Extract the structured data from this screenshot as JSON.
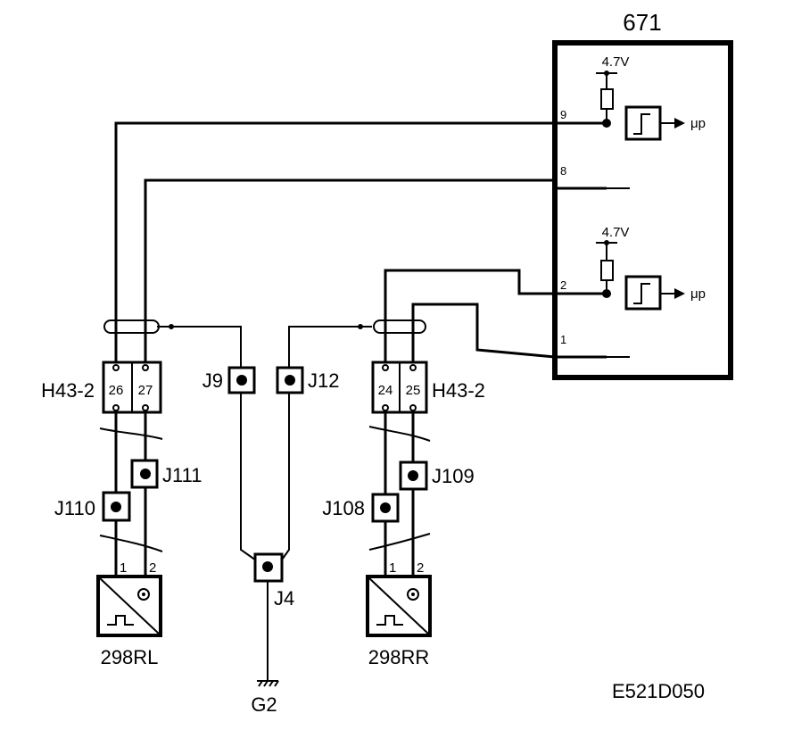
{
  "ecu": {
    "label": "671",
    "pins": {
      "p9": "9",
      "p8": "8",
      "p2": "2",
      "p1": "1"
    },
    "pullup_top": "4.7V",
    "pullup_bottom": "4.7V",
    "output_top": "μp",
    "output_bottom": "μp"
  },
  "connectors": {
    "h43_left": "H43-2",
    "h43_right": "H43-2",
    "pin26": "26",
    "pin27": "27",
    "pin24": "24",
    "pin25": "25"
  },
  "junctions": {
    "j9": "J9",
    "j12": "J12",
    "j111": "J111",
    "j110": "J110",
    "j109": "J109",
    "j108": "J108",
    "j4": "J4"
  },
  "sensors": {
    "left": "298RL",
    "right": "298RR",
    "left_pin1": "1",
    "left_pin2": "2",
    "right_pin1": "1",
    "right_pin2": "2"
  },
  "ground": "G2",
  "figure_id": "E521D050",
  "icons": [
    "ground-icon",
    "sensor-icon",
    "schmitt-trigger-icon",
    "resistor-icon",
    "gear-icon"
  ]
}
